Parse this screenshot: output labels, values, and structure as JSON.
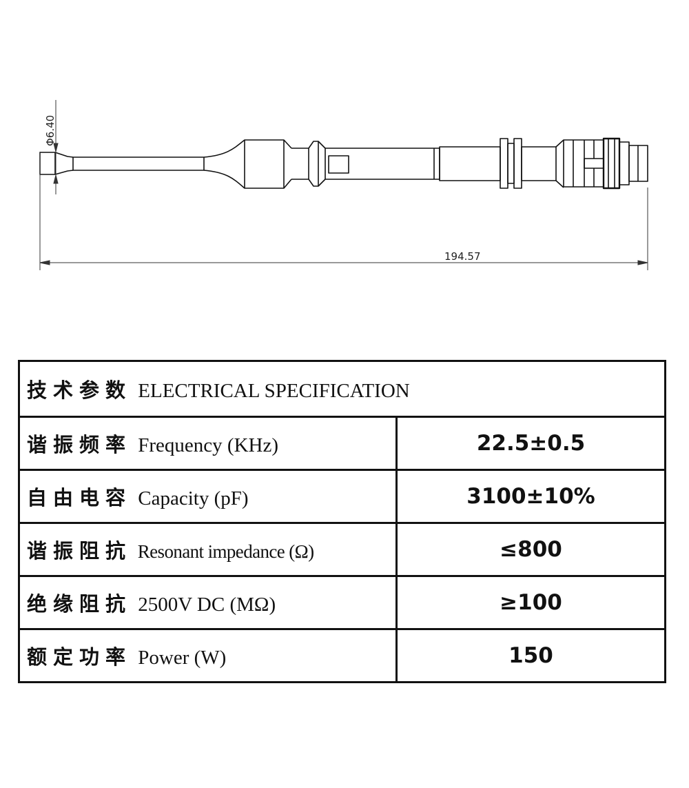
{
  "drawing": {
    "diameter_label": "Φ6.40",
    "length_label": "194.57"
  },
  "spec": {
    "header": {
      "cn": "技术参数",
      "en": "ELECTRICAL SPECIFICATION"
    },
    "rows": [
      {
        "cn": "谐振频率",
        "en": "Frequency (KHz)",
        "value": "22.5±0.5"
      },
      {
        "cn": "自由电容",
        "en": "Capacity (pF)",
        "value": "3100±10%"
      },
      {
        "cn": "谐振阻抗",
        "en": "Resonant impedance (Ω)",
        "value": "≤800"
      },
      {
        "cn": "绝缘阻抗",
        "en": "2500V DC (MΩ)",
        "value": "≥100"
      },
      {
        "cn": "额定功率",
        "en": "Power (W)",
        "value": "150"
      }
    ]
  }
}
